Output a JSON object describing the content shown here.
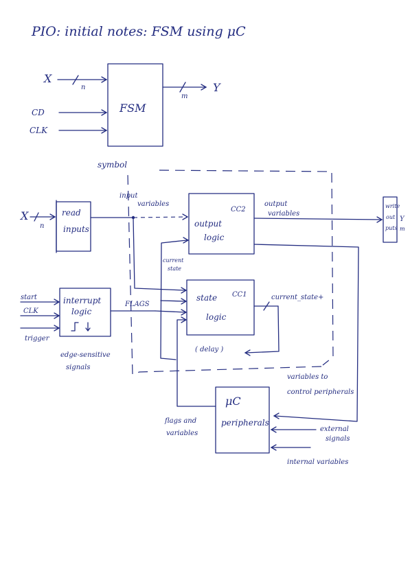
{
  "title": "PIO: initial notes:   FSM using μC",
  "symbol_diagram": {
    "input_x": "X",
    "input_bus_width": "n",
    "input_cd": "CD",
    "input_clk": "CLK",
    "block_label": "FSM",
    "output_y": "Y",
    "output_bus_width": "m",
    "caption": "symbol"
  },
  "main_diagram": {
    "input_x": "X",
    "input_bus_width": "n",
    "read_inputs": [
      "read",
      "inputs"
    ],
    "input_variables": [
      "input",
      "variables"
    ],
    "output_logic": [
      "output",
      "logic"
    ],
    "output_logic_tag": "CC2",
    "output_variables": [
      "output",
      "variables"
    ],
    "write_outputs": [
      "write",
      "out",
      "puts"
    ],
    "output_y": "Y",
    "output_bus_width": "m",
    "current_state_label": [
      "current",
      "state"
    ],
    "state_logic": [
      "state",
      "logic"
    ],
    "state_logic_tag": "CC1",
    "current_state_next": "current_state+",
    "delay": "( delay )",
    "signals_start": "start",
    "signals_clk": "CLK",
    "signals_trigger": "trigger",
    "interrupt_logic": [
      "interrupt",
      "logic"
    ],
    "flags": "FLAGS",
    "edge_sensitive": [
      "edge-sensitive",
      "signals"
    ],
    "vars_to_peripherals": [
      "variables to",
      "control peripherals"
    ],
    "flags_and_variables": [
      "flags and",
      "variables"
    ],
    "uc_peripherals": [
      "μC",
      "peripherals"
    ],
    "external_signals": [
      "external",
      "signals"
    ],
    "internal_variables": "internal variables"
  }
}
